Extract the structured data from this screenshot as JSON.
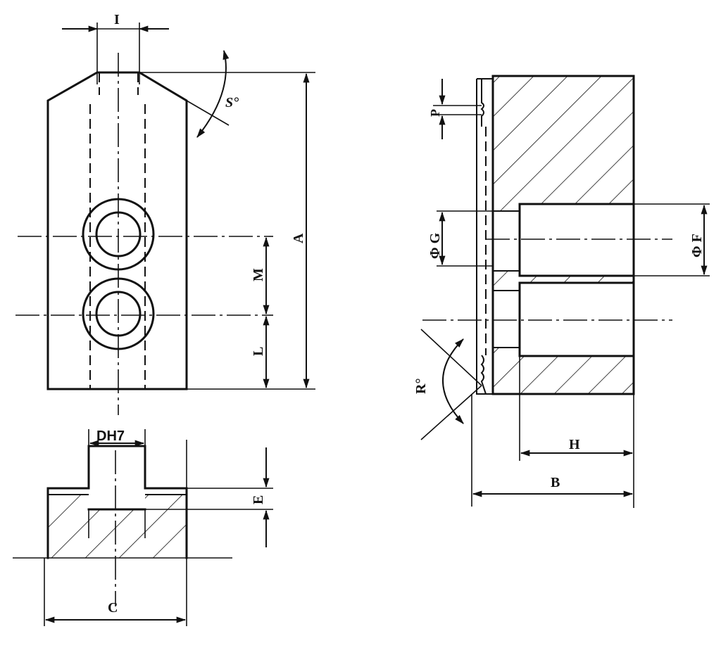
{
  "drawing": {
    "front_view": {
      "dim_top_width": "I",
      "dim_angle": "S°",
      "dim_height": "A",
      "dim_hole_spacing": "M",
      "dim_hole_offset": "L"
    },
    "bottom_view": {
      "dim_slot": "DH7",
      "dim_step": "E",
      "dim_width": "C"
    },
    "side_view": {
      "dim_tooth_pitch": "P",
      "dim_bore_small": "Φ G",
      "dim_bore_large": "Φ F",
      "dim_tooth_angle": "R°",
      "dim_counterbore_depth": "H",
      "dim_total_depth": "B"
    }
  }
}
